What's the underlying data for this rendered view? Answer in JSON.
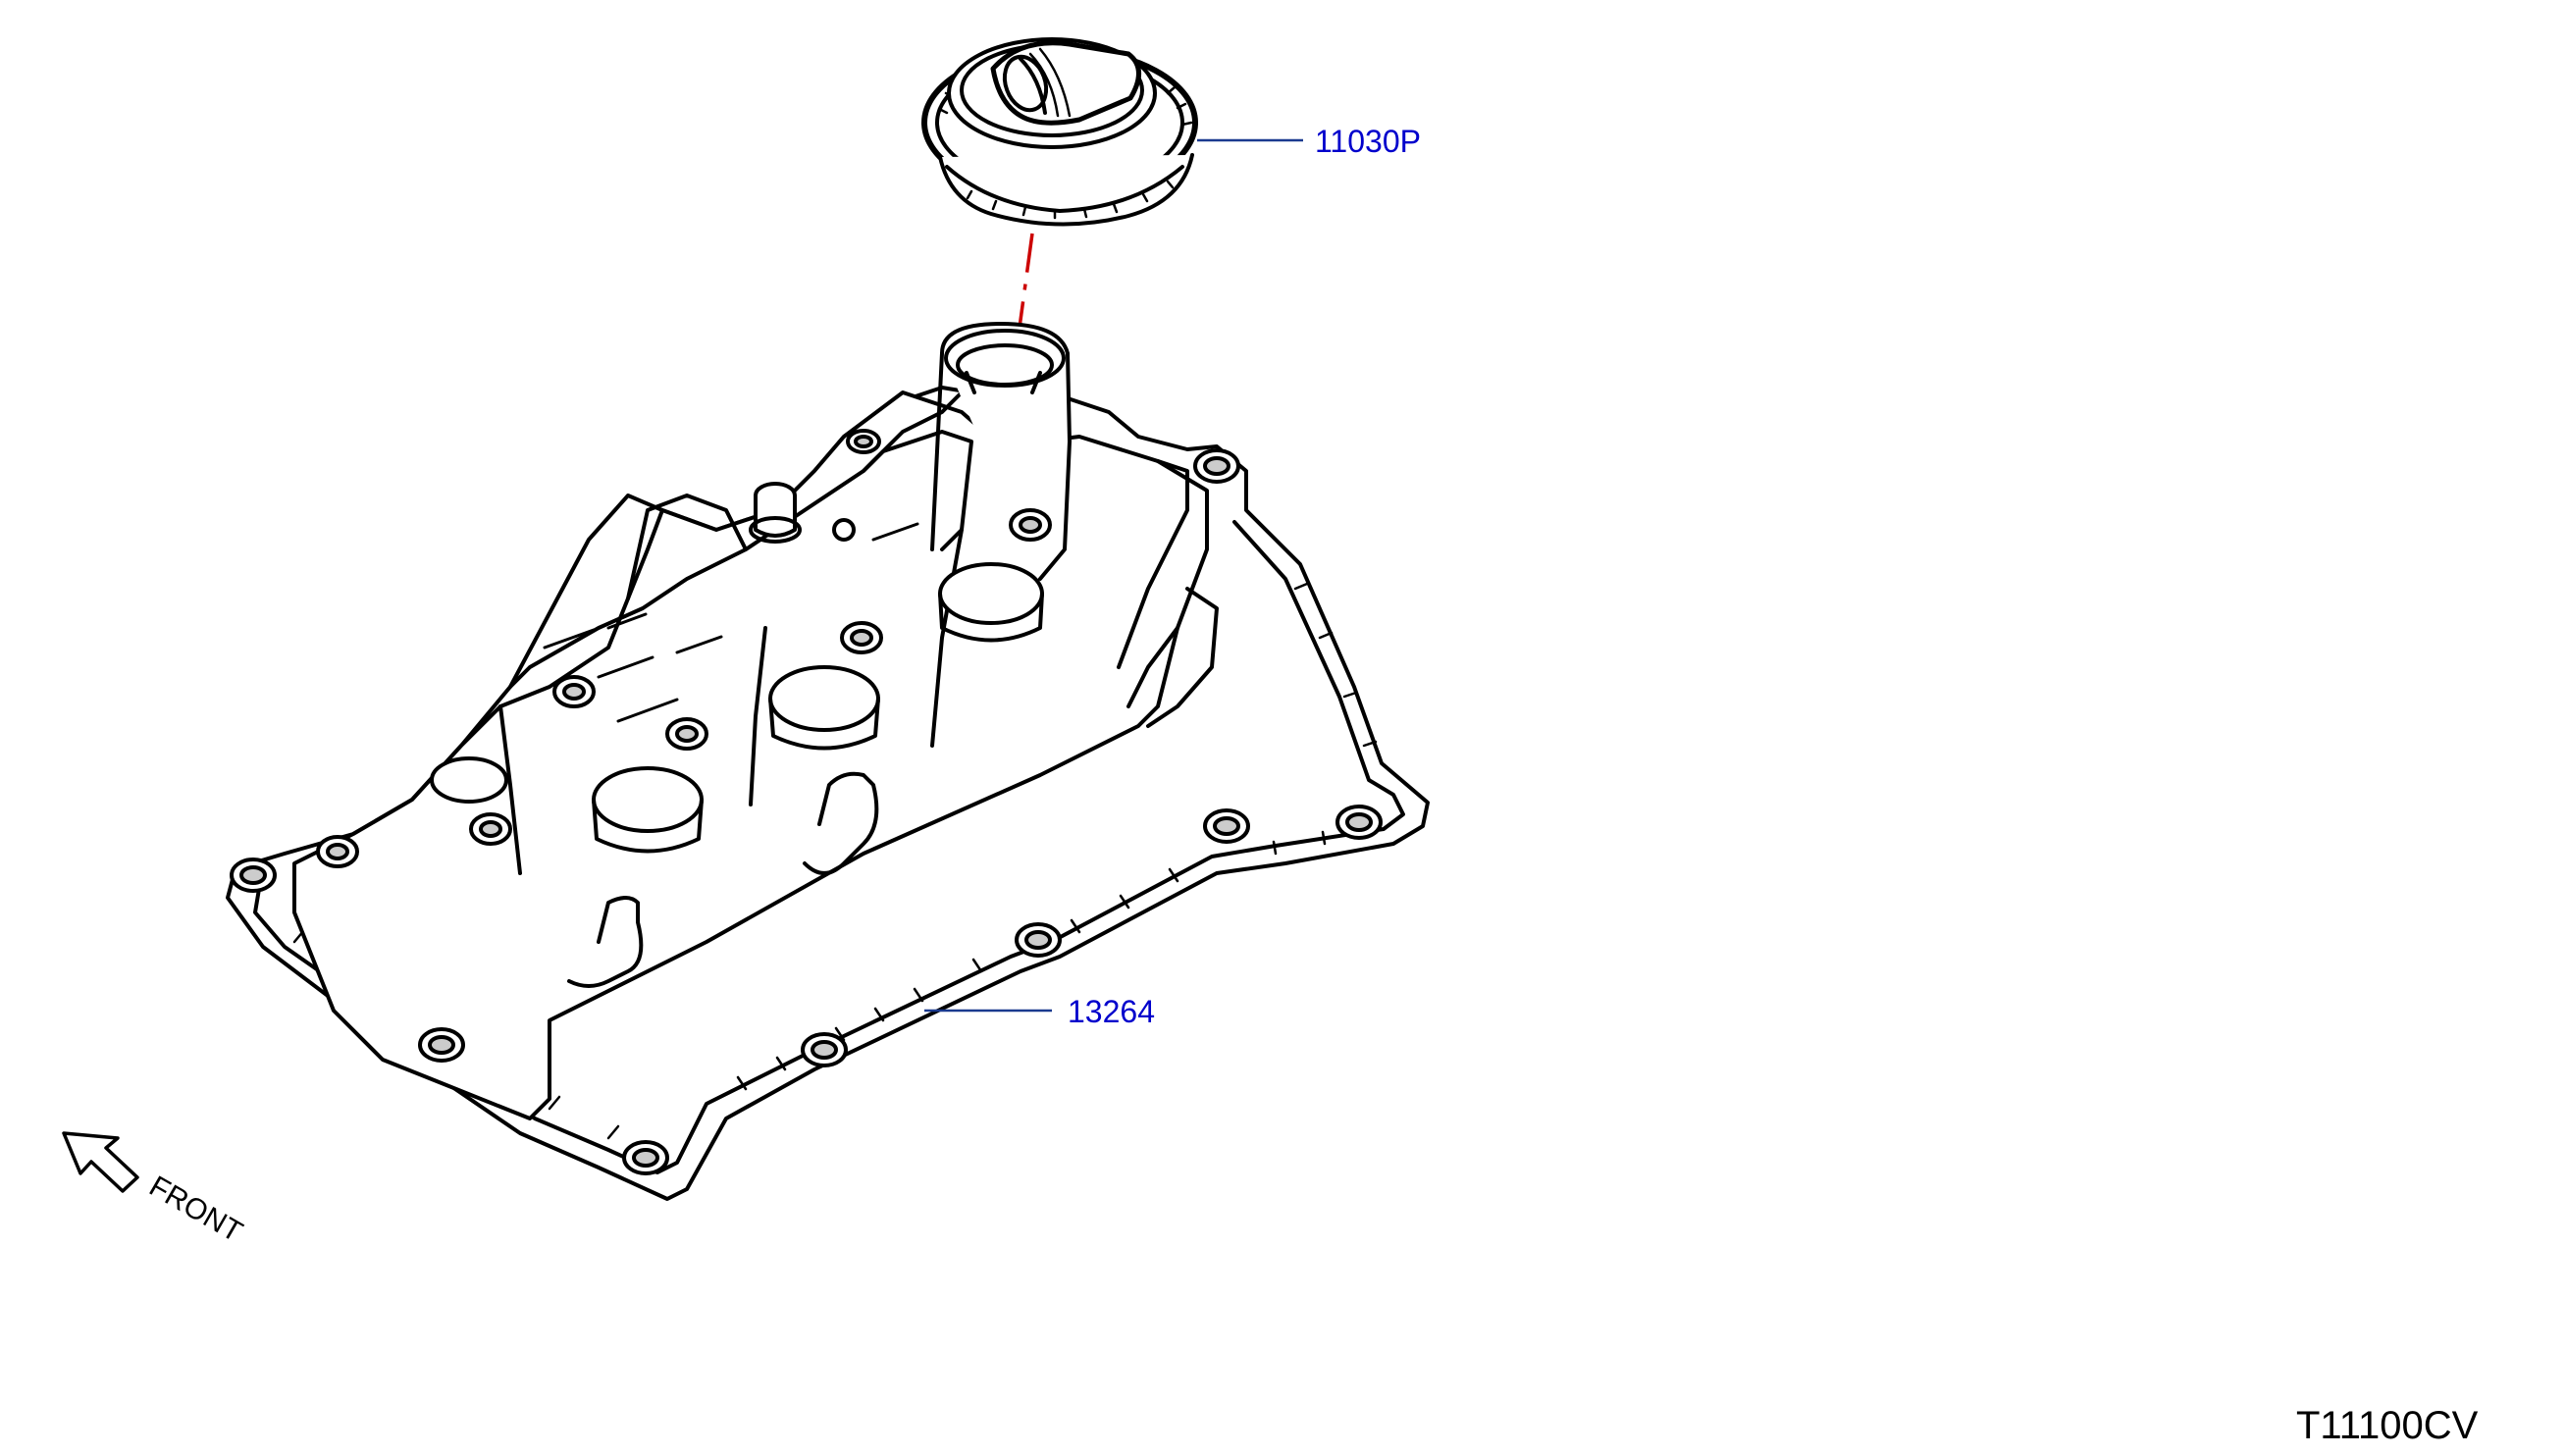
{
  "diagram": {
    "reference_code": "T11100CV",
    "front_label": "FRONT"
  },
  "parts": [
    {
      "part_number": "11030P",
      "component": "oil filler cap"
    },
    {
      "part_number": "13264",
      "component": "rocker cover gasket"
    }
  ],
  "colors": {
    "outline": "#000000",
    "callout": "#0000cc",
    "leader": "#1a3a8f",
    "alignment_line": "#cc0000",
    "background": "#ffffff"
  }
}
